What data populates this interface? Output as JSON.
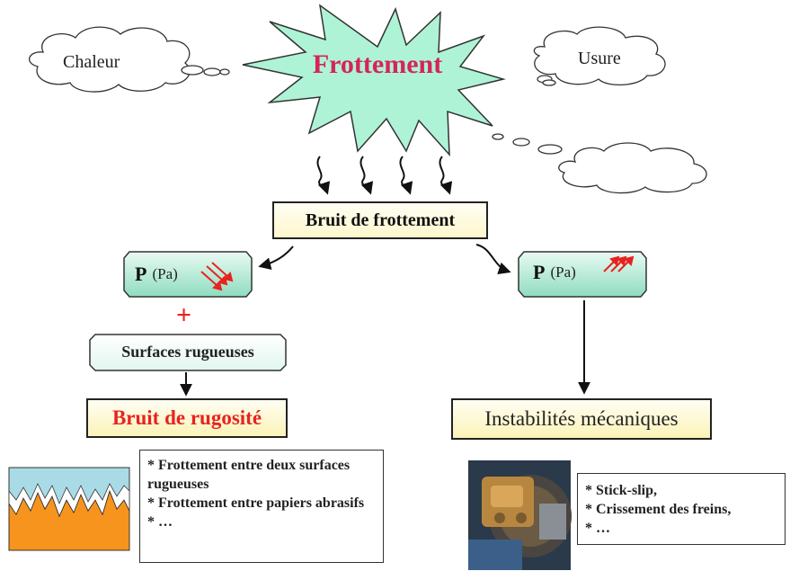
{
  "diagram": {
    "center_label": "Frottement",
    "clouds": {
      "left": "Chaleur",
      "right": "Usure",
      "lower_right": ""
    },
    "main_box": "Bruit de frottement",
    "left_branch": {
      "pressure_symbol": "P",
      "pressure_unit": "(Pa)",
      "plus": "+",
      "condition": "Surfaces rugueuses",
      "result": "Bruit de rugosité",
      "examples": [
        "* Frottement entre deux surfaces rugueuses",
        "* Frottement entre papiers abrasifs",
        "* …"
      ]
    },
    "right_branch": {
      "pressure_symbol": "P",
      "pressure_unit": "(Pa)",
      "result": "Instabilités mécaniques",
      "examples": [
        "* Stick-slip,",
        "* Crissement des freins,",
        "* …"
      ]
    }
  },
  "colors": {
    "star_fill": "#aef3d6",
    "frottement_text": "#d6245a",
    "red_accent": "#e8231f",
    "rough_top": "#a9dbe6",
    "rough_bottom": "#f7941d"
  },
  "icons": [
    "wavy-arrow-icon",
    "down-arrow-icon",
    "red-arrows-icon",
    "rough-surface-icon",
    "brake-photo-icon"
  ]
}
